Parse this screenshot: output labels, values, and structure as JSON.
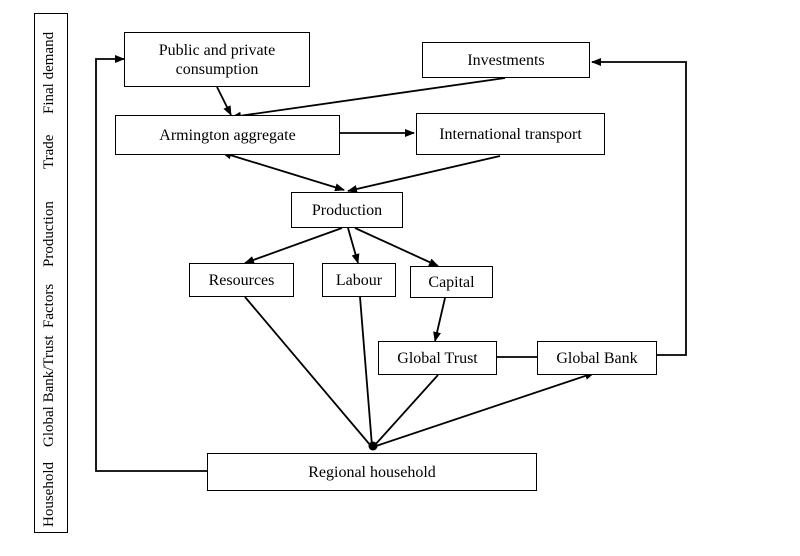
{
  "nodes": {
    "consumption": [
      "Public and private",
      "consumption"
    ],
    "investments": "Investments",
    "armington": "Armington aggregate",
    "transport": "International transport",
    "production": "Production",
    "resources": "Resources",
    "labour": "Labour",
    "capital": "Capital",
    "trust": "Global Trust",
    "bank": "Global Bank",
    "household": "Regional household"
  },
  "side_labels": {
    "household": "Household",
    "bank_trust": "Global Bank/Trust",
    "factors": "Factors",
    "production": "Production",
    "trade": "Trade",
    "final_demand": "Final demand"
  }
}
